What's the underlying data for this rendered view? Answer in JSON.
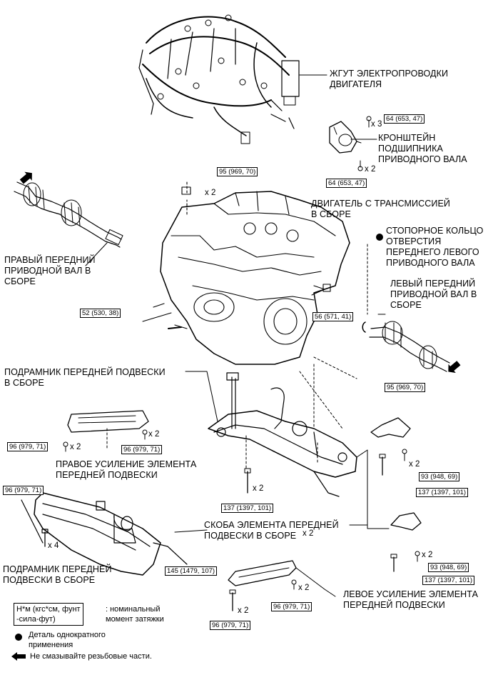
{
  "labels": {
    "wire_harness": "ЖГУТ ЭЛЕКТРОПРОВОДКИ\nДВИГАТЕЛЯ",
    "bearing_bracket": "КРОНШТЕЙН\nПОДШИПНИКА\nПРИВОДНОГО ВАЛА",
    "engine_trans": "ДВИГАТЕЛЬ С ТРАНСМИССИЕЙ\nВ СБОРЕ",
    "snap_ring": "СТОПОРНОЕ КОЛЬЦО\nОТВЕРСТИЯ\nПЕРЕДНЕГО ЛЕВОГО\nПРИВОДНОГО ВАЛА",
    "left_shaft": "ЛЕВЫЙ ПЕРЕДНИЙ\nПРИВОДНОЙ ВАЛ В\nСБОРЕ",
    "right_shaft": "ПРАВЫЙ ПЕРЕДНИЙ\nПРИВОДНОЙ ВАЛ В\nСБОРЕ",
    "subframe_top": "ПОДРАМНИК ПЕРЕДНЕЙ ПОДВЕСКИ\nВ СБОРЕ",
    "right_brace": "ПРАВОЕ УСИЛЕНИЕ ЭЛЕМЕНТА\nПЕРЕДНЕЙ ПОДВЕСКИ",
    "bracket_assy": "СКОБА ЭЛЕМЕНТА ПЕРЕДНЕЙ\nПОДВЕСКИ В СБОРЕ",
    "subframe_bottom": "ПОДРАМНИК ПЕРЕДНЕЙ\nПОДВЕСКИ В СБОРЕ",
    "left_brace": "ЛЕВОЕ УСИЛЕНИЕ ЭЛЕМЕНТА\nПЕРЕДНЕЙ ПОДВЕСКИ"
  },
  "torques": {
    "t1": "64 (653, 47)",
    "t2": "64 (653, 47)",
    "t3": "95 (969, 70)",
    "t4": "52 (530, 38)",
    "t5": "56 (571, 41)",
    "t6": "95 (969, 70)",
    "t7": "96 (979, 71)",
    "t8": "96 (979, 71)",
    "t9": "93 (948, 69)",
    "t10": "137 (1397, 101)",
    "t11": "137 (1397, 101)",
    "t12": "96 (979, 71)",
    "t13": "145 (1479, 107)",
    "t14": "93 (948, 69)",
    "t15": "137 (1397, 101)",
    "t16": "96 (979, 71)",
    "t17": "96 (979, 71)"
  },
  "quantities": {
    "q1": "x 3",
    "q2": "x 2",
    "q3": "x 2",
    "q4": "x 2",
    "q5": "x 2",
    "q6": "x 2",
    "q7": "x 2",
    "q8": "x 4",
    "q9": "x 2",
    "q10": "x 2",
    "q11": "x 2",
    "q12": "x 2"
  },
  "legend": {
    "unit_box": "Н*м (кгс*см, фунт\n-сила-фут)",
    "unit_desc": ": номинальный\nмомент затяжки",
    "single_use": "Деталь однократного\nприменения",
    "no_grease": "Не смазывайте резьбовые части."
  },
  "icons": [
    "filled-circle-icon",
    "arrow-left-icon"
  ]
}
